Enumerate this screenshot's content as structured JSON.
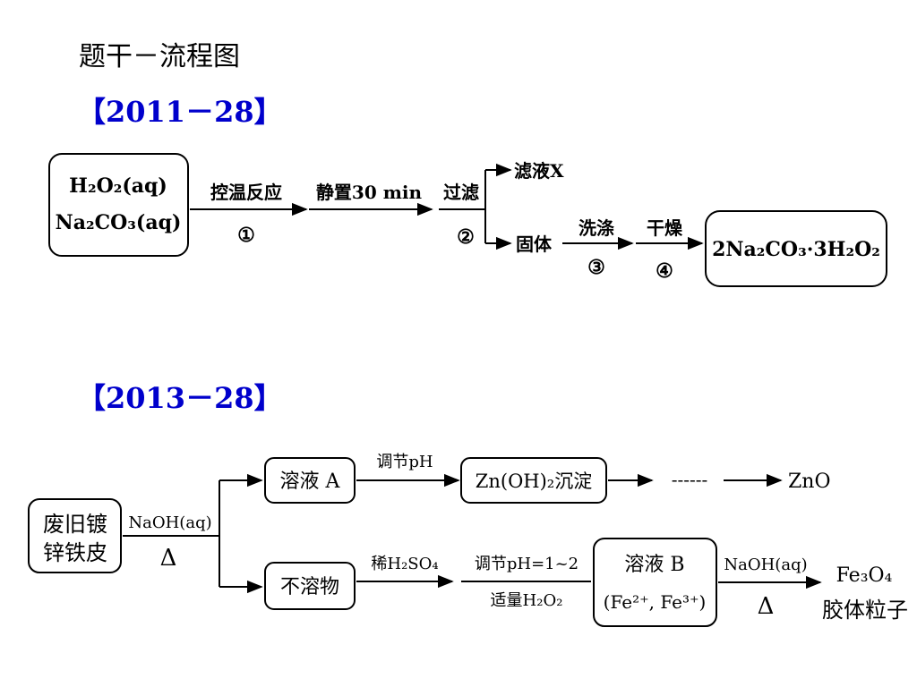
{
  "slide_title": "题干－流程图",
  "section1": {
    "label": "【2011－28】",
    "start_box": {
      "line1": "H₂O₂(aq)",
      "line2": "Na₂CO₃(aq)"
    },
    "step1": {
      "top": "控温反应",
      "num": "①"
    },
    "step_stand": {
      "top": "静置30 min"
    },
    "step2": {
      "top": "过滤",
      "num": "②"
    },
    "filtrate": "滤液X",
    "solid": "固体",
    "step3": {
      "top": "洗涤",
      "num": "③"
    },
    "step4": {
      "top": "干燥",
      "num": "④"
    },
    "product_box": "2Na₂CO₃·3H₂O₂"
  },
  "section2": {
    "label": "【2013－28】",
    "start_box": {
      "line1": "废旧镀",
      "line2": "锌铁皮"
    },
    "step_naoh": {
      "top": "NaOH(aq)",
      "bottom": "Δ"
    },
    "solution_a": "溶液 A",
    "adjust_ph": "调节pH",
    "zn_precip": "Zn(OH)₂沉淀",
    "dashes": "------",
    "zno": "ZnO",
    "insoluble": "不溶物",
    "dilute_acid": "稀H₂SO₄",
    "adjust_ph2": {
      "top": "调节pH=1~2",
      "bottom": "适量H₂O₂"
    },
    "solution_b": {
      "line1": "溶液 B",
      "line2": "(Fe²⁺, Fe³⁺)"
    },
    "step_naoh2": {
      "top": "NaOH(aq)",
      "bottom": "Δ"
    },
    "product": {
      "line1": "Fe₃O₄",
      "line2": "胶体粒子"
    }
  }
}
